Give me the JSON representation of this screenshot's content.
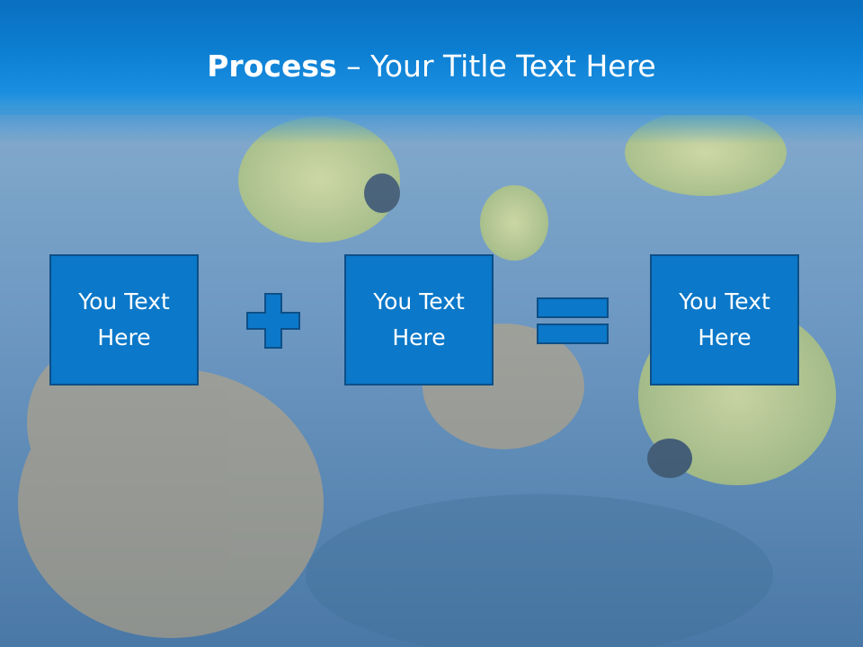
{
  "slide": {
    "title_bold": "Process",
    "title_rest": " – Your Title Text Here",
    "boxes": [
      {
        "text": "You Text Here"
      },
      {
        "text": "You Text Here"
      },
      {
        "text": "You Text Here"
      }
    ],
    "operators": [
      "plus-icon",
      "equals-icon"
    ]
  },
  "colors": {
    "header_blue": "#0c7fd2",
    "box_fill": "#0b78c9",
    "box_border": "#0d4f86"
  }
}
